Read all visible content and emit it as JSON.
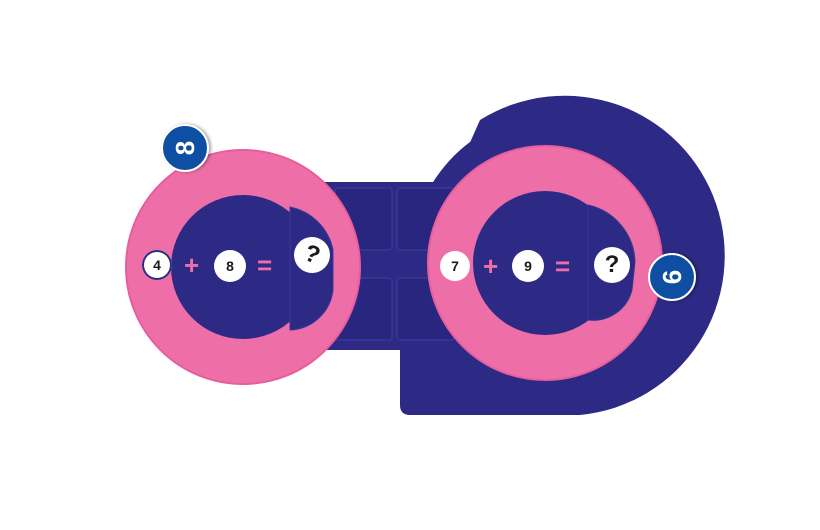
{
  "colors": {
    "navy": "#2d2a86",
    "pink": "#ee6fa8",
    "badge": "#0f4fa3"
  },
  "left_dial": {
    "operand_a": "4",
    "operator": "+",
    "operand_b": "8",
    "equals": "=",
    "answer": "?",
    "badge": "8"
  },
  "right_dial": {
    "operand_a": "7",
    "operator": "+",
    "operand_b": "9",
    "equals": "=",
    "answer": "?",
    "badge": "6"
  }
}
